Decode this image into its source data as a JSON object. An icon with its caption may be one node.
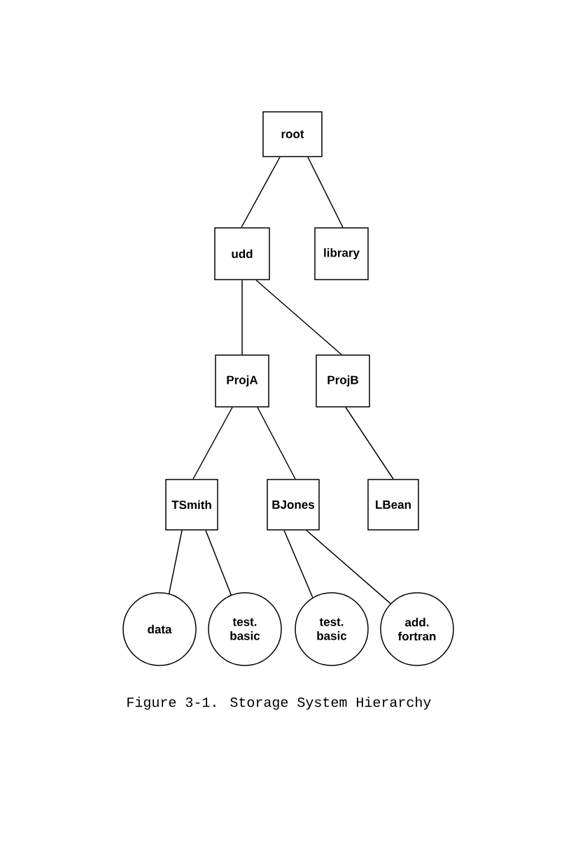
{
  "diagram": {
    "caption": "Figure 3-1. Storage System Hierarchy",
    "nodes": [
      {
        "text": [
          "root"
        ]
      },
      {
        "text": [
          "udd"
        ]
      },
      {
        "text": [
          "library"
        ]
      },
      {
        "text": [
          "ProjA"
        ]
      },
      {
        "text": [
          "ProjB"
        ]
      },
      {
        "text": [
          "TSmith"
        ]
      },
      {
        "text": [
          "BJones"
        ]
      },
      {
        "text": [
          "LBean"
        ]
      },
      {
        "text": [
          "data"
        ]
      },
      {
        "text": [
          "test. basic"
        ]
      },
      {
        "text": [
          "test. basic"
        ]
      },
      {
        "text": [
          "add. fortran"
        ]
      }
    ],
    "edges": [
      {
        "from": 0,
        "to": 1,
        "arrow": "none"
      },
      {
        "from": 0,
        "to": 2,
        "arrow": "none"
      },
      {
        "from": 1,
        "to": 3,
        "arrow": "none"
      },
      {
        "from": 1,
        "to": 4,
        "arrow": "none"
      },
      {
        "from": 3,
        "to": 5,
        "arrow": "none"
      },
      {
        "from": 3,
        "to": 6,
        "arrow": "none"
      },
      {
        "from": 4,
        "to": 7,
        "arrow": "none"
      },
      {
        "from": 5,
        "to": 8,
        "arrow": "none"
      },
      {
        "from": 5,
        "to": 9,
        "arrow": "none"
      },
      {
        "from": 6,
        "to": 10,
        "arrow": "none"
      },
      {
        "from": 6,
        "to": 11,
        "arrow": "none"
      }
    ]
  }
}
